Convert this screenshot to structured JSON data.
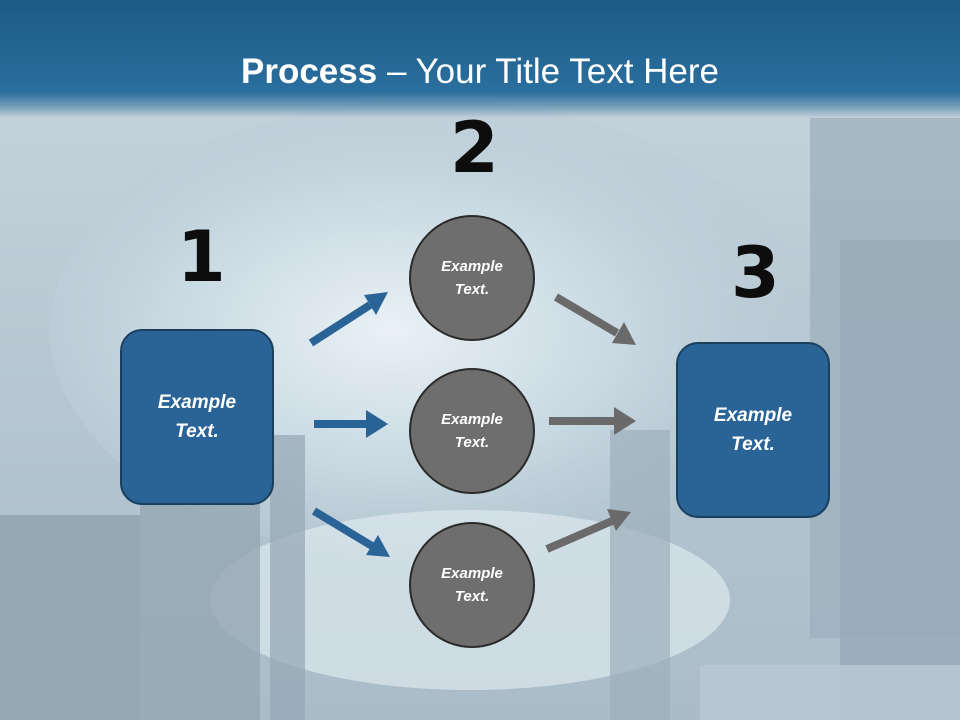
{
  "title": {
    "bold": "Process",
    "rest": " – Your Title Text Here"
  },
  "steps": {
    "one": {
      "number": "1",
      "text": "Example Text."
    },
    "two": {
      "number": "2",
      "top": "Example Text.",
      "middle": "Example Text.",
      "bottom": "Example Text."
    },
    "three": {
      "number": "3",
      "text": "Example Text."
    }
  },
  "colors": {
    "header": "#1d5a86",
    "box": "#2a6496",
    "circle": "#6e6e6e",
    "arrow_blue": "#2a6496",
    "arrow_gray": "#6a6a6a"
  }
}
